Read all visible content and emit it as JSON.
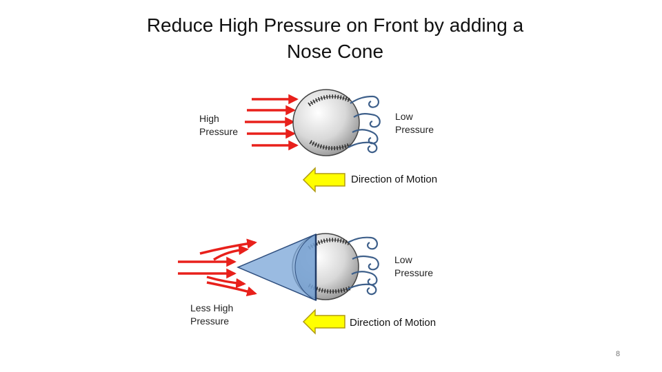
{
  "slide": {
    "title_line1": "Reduce High Pressure on Front by adding a",
    "title_line2": "Nose Cone",
    "page_number": "8"
  },
  "top_diagram": {
    "high_label_1": "High",
    "high_label_2": "Pressure",
    "low_label_1": "Low",
    "low_label_2": "Pressure",
    "motion_label": "Direction of Motion"
  },
  "bottom_diagram": {
    "less_high_label_1": "Less High",
    "less_high_label_2": "Pressure",
    "low_label_1": "Low",
    "low_label_2": "Pressure",
    "motion_label": "Direction of Motion"
  },
  "colors": {
    "pressure_arrow": "#e8201b",
    "motion_arrow_fill": "#ffff00",
    "motion_arrow_stroke": "#b09a10",
    "wake_swirl": "#3d5f8a",
    "ball_stitch": "#2b2b2b",
    "nose_cone_fill": "#7ea8d8",
    "nose_cone_edge": "#2f4f7f"
  }
}
